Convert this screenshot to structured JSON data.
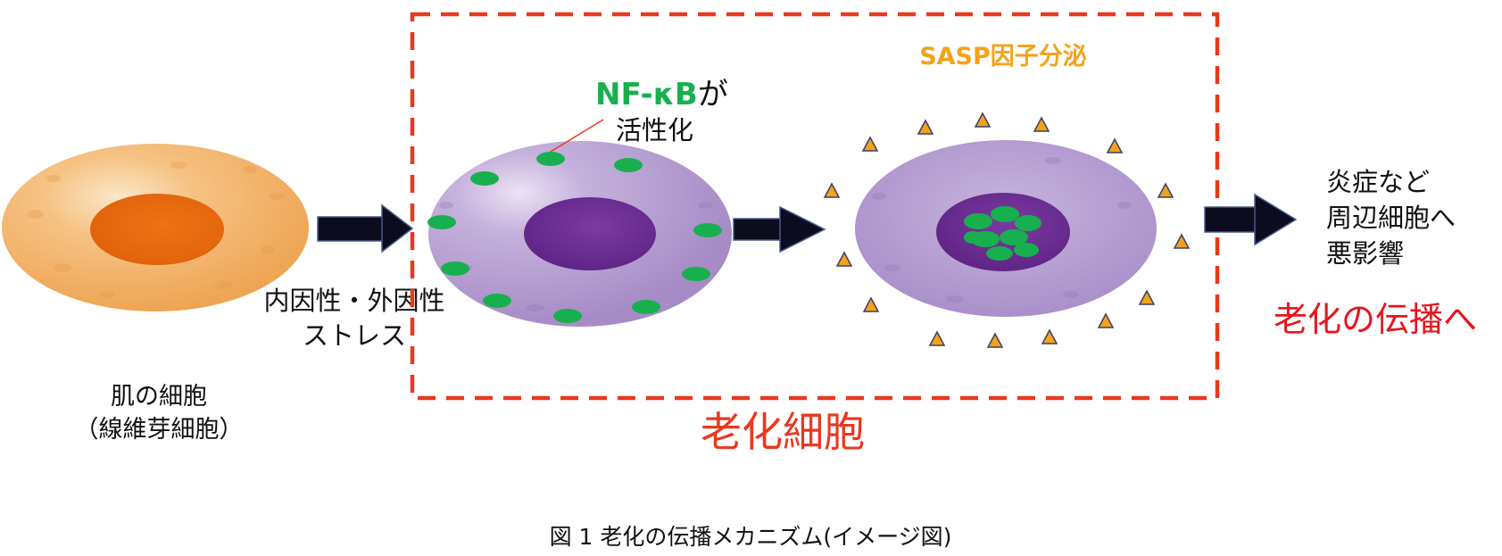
{
  "figure": {
    "caption": "図 1 老化の伝播メカニズム(イメージ図)"
  },
  "normal_cell": {
    "label_line1": "肌の細胞",
    "label_line2": "（線維芽細胞）"
  },
  "stress": {
    "line1": "内因性・外因性",
    "line2": "ストレス"
  },
  "senescent_box": {
    "label": "老化細胞"
  },
  "nfkb": {
    "name": "NF-κB",
    "suffix": "が",
    "line2": "活性化"
  },
  "sasp": {
    "label": "SASP因子分泌"
  },
  "effects": {
    "line1": "炎症など",
    "line2": "周辺細胞へ",
    "line3": "悪影響"
  },
  "propagation": {
    "label": "老化の伝播へ"
  },
  "colors": {
    "accent_red": "#e8391e",
    "propagation_red": "#e8141c",
    "nfkb_green": "#18b04e",
    "sasp_orange": "#f3a318",
    "arrow": "#0b0d1e",
    "normal_cell": "#f3b467",
    "normal_nucleus": "#e9680f",
    "senescent_cell": "#b39cd0",
    "senescent_nucleus": "#6a2d8f"
  }
}
